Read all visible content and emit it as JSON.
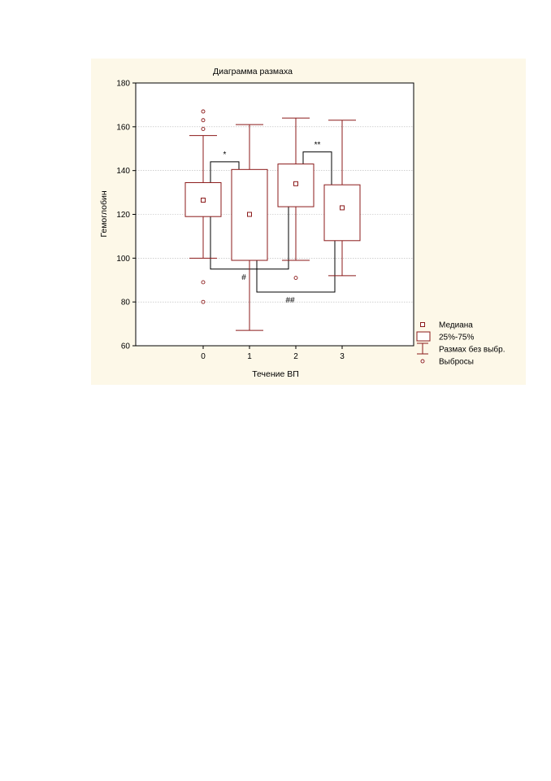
{
  "chart_data": {
    "type": "box",
    "title": "Диаграмма размаха",
    "xlabel": "Течение ВП",
    "ylabel": "Гемоглобин",
    "categories": [
      "0",
      "1",
      "2",
      "3"
    ],
    "ylim": [
      60,
      180
    ],
    "yticks": [
      60,
      80,
      100,
      120,
      140,
      160,
      180
    ],
    "grid": true,
    "legend_position": "bottom-right",
    "color": "#8b1a1a",
    "boxes": [
      {
        "category": "0",
        "median": 126.5,
        "q1": 119,
        "q3": 134.5,
        "whisker_low": 100,
        "whisker_high": 156,
        "outliers": [
          167,
          163,
          159,
          89,
          80
        ]
      },
      {
        "category": "1",
        "median": 120,
        "q1": 99,
        "q3": 140.5,
        "whisker_low": 67,
        "whisker_high": 161,
        "outliers": []
      },
      {
        "category": "2",
        "median": 134,
        "q1": 123.5,
        "q3": 143,
        "whisker_low": 99,
        "whisker_high": 164,
        "outliers": [
          91
        ]
      },
      {
        "category": "3",
        "median": 123,
        "q1": 108,
        "q3": 133.5,
        "whisker_low": 92,
        "whisker_high": 163,
        "outliers": []
      }
    ],
    "legend": [
      {
        "symbol": "median",
        "label": "Медиана"
      },
      {
        "symbol": "box",
        "label": "25%-75%"
      },
      {
        "symbol": "whisker",
        "label": "Размах без выбр."
      },
      {
        "symbol": "outlier",
        "label": "Выбросы"
      }
    ],
    "annotations": [
      {
        "label": "*",
        "from": "0",
        "to": "1",
        "level": 144,
        "type": "bracket-top"
      },
      {
        "label": "**",
        "from": "2",
        "to": "3",
        "level": 148.5,
        "type": "bracket-top"
      },
      {
        "label": "#",
        "from": "0",
        "to": "2",
        "level": 95,
        "type": "bracket-bottom"
      },
      {
        "label": "##",
        "from": "1",
        "to": "3",
        "level": 84.5,
        "type": "bracket-bottom"
      }
    ]
  }
}
